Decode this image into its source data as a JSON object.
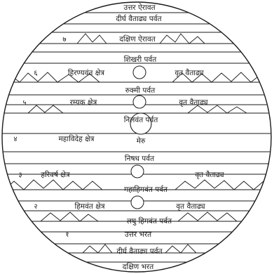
{
  "diagram": {
    "bands": [
      {
        "id": "uttar-airavat",
        "label": "उत्तर ऐरावत"
      },
      {
        "id": "dirgh-vaitadhya-n",
        "label": "दीर्घ वैताढ्य पर्वत"
      },
      {
        "id": "dakshin-airavat",
        "label": "दक्षिण ऐरावत",
        "number": "७"
      },
      {
        "id": "shikhari",
        "label": "शिखरी पर्वत"
      },
      {
        "id": "hiranyavant",
        "label": "हिरण्यवंत क्षेत्र",
        "number": "६",
        "side": "वृत वैताढ्य"
      },
      {
        "id": "rukmi",
        "label": "रुक्मी पर्वत"
      },
      {
        "id": "ramyak",
        "label": "रम्यक क्षेत्र",
        "number": "५",
        "side": "वृत वैताढ्य"
      },
      {
        "id": "nilvant",
        "label": "निलवंत पर्वत"
      },
      {
        "id": "mahavideh",
        "label": "महाविदेह क्षेत्र",
        "number": "४",
        "center": "मेरु"
      },
      {
        "id": "nishadh",
        "label": "निषध पर्वत"
      },
      {
        "id": "harivarsh",
        "label": "हरिवर्ष क्षेत्र",
        "number": "३",
        "side": "वृत वैताढ्य"
      },
      {
        "id": "mahahimvant",
        "label": "महाहिमवंत पर्वत"
      },
      {
        "id": "himvant",
        "label": "हिमवंत क्षेत्र",
        "number": "२",
        "side": "वृत वैताढ्य"
      },
      {
        "id": "laghu-himvant",
        "label": "लघु हिमवंत पर्वत"
      },
      {
        "id": "uttar-bharat",
        "label": "उत्तर भरत",
        "number": "१"
      },
      {
        "id": "dirgh-vaitadhya-s",
        "label": "दीर्घ वैताढ्य पर्वत"
      },
      {
        "id": "dakshin-bharat",
        "label": "दक्षिण भरत"
      }
    ]
  }
}
